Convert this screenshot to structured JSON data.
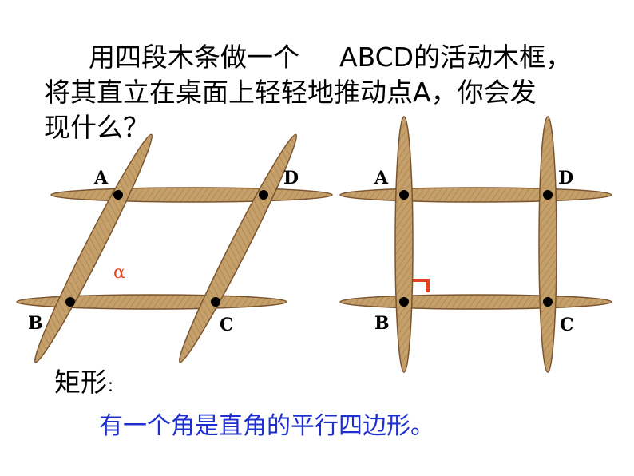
{
  "question": {
    "line1_a": "用四段木条做一个",
    "line1_b": "ABCD的活动木框，",
    "line2": "将其直立在桌面上轻轻地推动点A，你会发",
    "line3": "现什么？"
  },
  "figure_left": {
    "labels": {
      "A": "A",
      "B": "B",
      "C": "C",
      "D": "D"
    },
    "angle_label": "α"
  },
  "figure_right": {
    "labels": {
      "A": "A",
      "B": "B",
      "C": "C",
      "D": "D"
    }
  },
  "colors": {
    "stick_fill": "#c6a06a",
    "stick_edge": "#7a5530",
    "angle_label": "#e8401c",
    "right_angle_mark": "#e8401c",
    "definition_text": "#1f2fcf"
  },
  "term": {
    "label": "矩形",
    "colon": "："
  },
  "definition": "有一个角是直角的平行四边形。"
}
